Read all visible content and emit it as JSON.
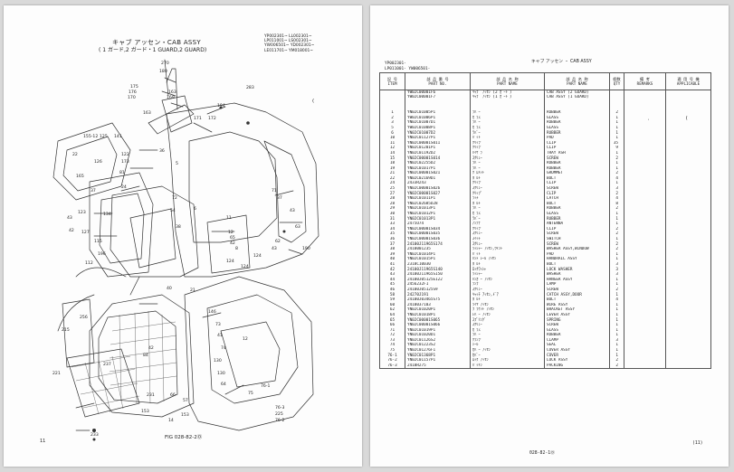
{
  "left_page": {
    "title": "キャブ アッセン・CAB ASSY",
    "subtitle": "( 1 ガード,2 ガード・1 GUARD,2 GUARD)",
    "serials": "YP002301~ LL002301~\nLP011001~ LS002301~\nYW006501~ YD002301~\nLE011701~ YM018001~",
    "figure_caption": "FIG 028-82-2Ⓓ",
    "page_number": "11",
    "bracket": "(",
    "callouts": [
      "180",
      "270",
      "175",
      "176",
      "170",
      "163",
      "169",
      "171",
      "172",
      "194",
      "283",
      "163",
      "141",
      "125",
      "155-12",
      "22",
      "126",
      "165",
      "81",
      "36",
      "122",
      "173",
      "37",
      "24",
      "134",
      "123",
      "127",
      "115",
      "196",
      "5",
      "72",
      "54",
      "38",
      "6",
      "11",
      "12",
      "65",
      "42",
      "8",
      "71",
      "37",
      "43",
      "62",
      "43",
      "63",
      "190",
      "124",
      "124",
      "124",
      "40",
      "21",
      "146",
      "73",
      "41",
      "74",
      "130",
      "130",
      "64",
      "75",
      "76-1",
      "76-3",
      "76-2",
      "225",
      "43",
      "42",
      "112",
      "256",
      "215",
      "237",
      "84",
      "221",
      "233",
      "66",
      "57",
      "153",
      "231",
      "153",
      "14",
      "42",
      "12"
    ]
  },
  "right_page": {
    "title": "キャブ アッセン ・ CAB ASSY",
    "serial_line_1": "YP002301-",
    "serial_line_2": "LP011001-  YW006501-",
    "dot": "·",
    "bracket": "(",
    "table_headers": {
      "item": "記 号\nITEM",
      "part_no": "部 品 番 号\nPART NO.",
      "part_name_jp": "部 品 名 称\nPART NAME",
      "part_name_en": "部 品 名 称\nPART NAME",
      "qty": "個数\nQTY",
      "remarks": "備 考\nREMARKS",
      "applicable": "適 用 号 機\nAPPLICABLE"
    },
    "rows": [
      [
        "",
        "YW02C00001F6",
        "ｷｬﾌﾞ ｱｯｾﾝ (2 ｶﾞｰﾄﾞ)",
        "CAB ASSY (2 GUARD)",
        ""
      ],
      [
        "",
        "YW02C00001F7",
        "ｷｬﾌﾞ ｱｯｾﾝ (1 ｶﾞｰﾄﾞ)",
        "CAB ASSY (1 GUARD)",
        ""
      ],
      [
        "",
        "",
        "",
        "",
        ""
      ],
      [
        "",
        "",
        "",
        "",
        ""
      ],
      [
        "1",
        "YN02C01005P1",
        "ﾗﾊﾞｰ",
        "RUBBER",
        "2"
      ],
      [
        "2",
        "YW02C01006P1",
        "ｶﾞﾗｽ",
        "GLASS",
        "1"
      ],
      [
        "3",
        "YN02C01007D1",
        "ﾗﾊﾞｰ",
        "RUBBER",
        "1"
      ],
      [
        "5",
        "YW02C01008P1",
        "ｶﾞﾗｽ",
        "GLASS",
        "1"
      ],
      [
        "6",
        "YN02C01007D2",
        "ﾗﾊﾞｰ",
        "RUBBER",
        "1"
      ],
      [
        "10",
        "YN02C01127P1",
        "ﾊﾟｯﾄﾞ",
        "PAD",
        "1"
      ],
      [
        "11",
        "YN02C00001S011",
        "ｸﾘｯﾌﾟ",
        "CLIP",
        "35"
      ],
      [
        "12",
        "YN02C01201P1",
        "ｸﾘｯﾌﾟ",
        "CLIP",
        "9"
      ],
      [
        "14",
        "YN02C01192D2",
        "ﾊｲｻﾞﾗ",
        "TRAY ASH",
        "1"
      ],
      [
        "15",
        "YN02C00001S014",
        "ｽｸﾘｭｰ",
        "SCREW",
        "2"
      ],
      [
        "18",
        "YN02C02255D2",
        "ﾗﾊﾞｰ",
        "RUBBER",
        "1"
      ],
      [
        "19",
        "YN02C01017P1",
        "ﾗﾊﾞｰ",
        "RUBBER",
        "1"
      ],
      [
        "21",
        "YN02C00001S021",
        "ｸﾞﾛﾒｯﾄ",
        "GROMMET",
        "2"
      ],
      [
        "22",
        "YN02C02169D1",
        "ﾎﾞﾙﾄ",
        "BOLT",
        "4"
      ],
      [
        "24",
        "2433R243",
        "ｸﾘｯﾌﾟ",
        "CLIP",
        "1"
      ],
      [
        "25",
        "YN02C00001S026",
        "ｽｸﾘｭｰ",
        "SCREW",
        "3"
      ],
      [
        "27",
        "YN02C00001S027",
        "ｸﾘｯﾌﾟ",
        "CLIP",
        "2"
      ],
      [
        "28",
        "YN02C01011P1",
        "ﾗｯﾁ",
        "LATCH",
        "4"
      ],
      [
        "28",
        "YN02C02685D28",
        "ﾎﾞﾙﾄ",
        "BOLT",
        "8"
      ],
      [
        "29",
        "YN02C01013P1",
        "ﾗﾊﾞｰ",
        "RUBBER",
        "2"
      ],
      [
        "30",
        "YN02C01012P1",
        "ｶﾞﾗｽ",
        "GLASS",
        "1"
      ],
      [
        "31",
        "YN02C01013P1",
        "ﾗﾊﾞｰ",
        "RUBBER",
        "1"
      ],
      [
        "33",
        "2475U74",
        "ｱﾝﾃﾅ",
        "ANTENNA",
        "1"
      ],
      [
        "34",
        "YN02C00001S034",
        "ｸﾘｯﾌﾟ",
        "CLIP",
        "2"
      ],
      [
        "35",
        "YN02C00001S035",
        "ｽｸﾘｭｰ",
        "SCREW",
        "2"
      ],
      [
        "36",
        "YN02C00001S036",
        "ｽｲｯﾁ",
        "SWITCH",
        "1"
      ],
      [
        "37",
        "24100J11965S174",
        "ｽｸﾘｭｰ",
        "SCREW",
        "2"
      ],
      [
        "38",
        "2410001235",
        "ﾜｯｼｬｰ ｱｯｾﾝ,ｳｲﾝﾄﾞ",
        "WASHER ASSY,WINDOW",
        "2"
      ],
      [
        "39",
        "YN02C01014P1",
        "ﾊﾟｯﾄﾞ",
        "PAD",
        "1"
      ],
      [
        "40",
        "YN02C01015P1",
        "ﾊﾝﾄﾞﾚｰﾙ ｱｯｾﾝ",
        "HANDRAIL ASSY",
        "1"
      ],
      [
        "41",
        "2318C10030",
        "ﾎﾞﾙﾄ",
        "BOLT",
        "3"
      ],
      [
        "42",
        "24100J11965S140",
        "ﾛｯｸﾜｯｼｬ",
        "LOCK WASHER",
        "3"
      ],
      [
        "43",
        "24100J11965S150",
        "ﾜｯｼｬｰ",
        "WASHER",
        "3"
      ],
      [
        "44",
        "24100J05125E122",
        "ﾊﾝｶﾞｰ ｱｯｾﾝ",
        "HANGER ASSY",
        "1"
      ],
      [
        "45",
        "2456232F1",
        "ﾗﾝﾌﾟ",
        "LAMP",
        "1"
      ],
      [
        "46",
        "24100J05125S9",
        "ｽｸﾘｭｰ",
        "SCREW",
        "2"
      ],
      [
        "58",
        "24270J191",
        "ｷｬｯﾁ ｱｯｾﾝ,ﾄﾞｱ",
        "CATCH ASSY,DOOR",
        "1"
      ],
      [
        "59",
        "24100J03465S75",
        "ﾎﾞﾙﾄ",
        "BOLT",
        "4"
      ],
      [
        "60",
        "2410037103",
        "ﾜｲﾔ ｱｯｾﾝ",
        "WIRE ASSY",
        "1"
      ],
      [
        "62",
        "YN02C01020P1",
        "ﾌﾞﾗｹｯﾄ ｱｯｾﾝ",
        "BRACKET ASSY",
        "1"
      ],
      [
        "64",
        "YN02C01018P1",
        "ﾚﾊﾞｰ ｱｯｾﾝ",
        "LEVER ASSY",
        "1"
      ],
      [
        "65",
        "YN02C00001S065",
        "ｽﾌﾟﾘﾝｸﾞ",
        "SPRING",
        "1"
      ],
      [
        "66",
        "YN02C00001S066",
        "ｽｸﾘｭｰ",
        "SCREW",
        "1"
      ],
      [
        "71",
        "YN02C01019P1",
        "ｶﾞﾗｽ",
        "GLASS",
        "1"
      ],
      [
        "72",
        "YN02C01020D1",
        "ﾗﾊﾞｰ",
        "RUBBER",
        "1"
      ],
      [
        "73",
        "YN02C01126S2",
        "ｸﾗﾝﾌﾟ",
        "CLAMP",
        "3"
      ],
      [
        "74",
        "YN02C01223S2",
        "ｼｰﾙ",
        "SEAL",
        "1"
      ],
      [
        "75",
        "YN02C01276F1",
        "ｶﾊﾞｰ ｱｯｾﾝ",
        "COVER ASSY",
        "1"
      ],
      [
        "76-1",
        "YN02C01368P1",
        "ｶﾊﾞｰ",
        "COVER",
        "1"
      ],
      [
        "76-2",
        "YN02C01157P1",
        "ﾛｯｸ ｱｯｾﾝ",
        "LOCK ASSY",
        "2"
      ],
      [
        "76-3",
        "2418R275",
        "ﾊﾟｯｷﾝ",
        "PACKING",
        "2"
      ]
    ],
    "footer": "028-82-1Ⓓ",
    "page_number": "(11)"
  }
}
